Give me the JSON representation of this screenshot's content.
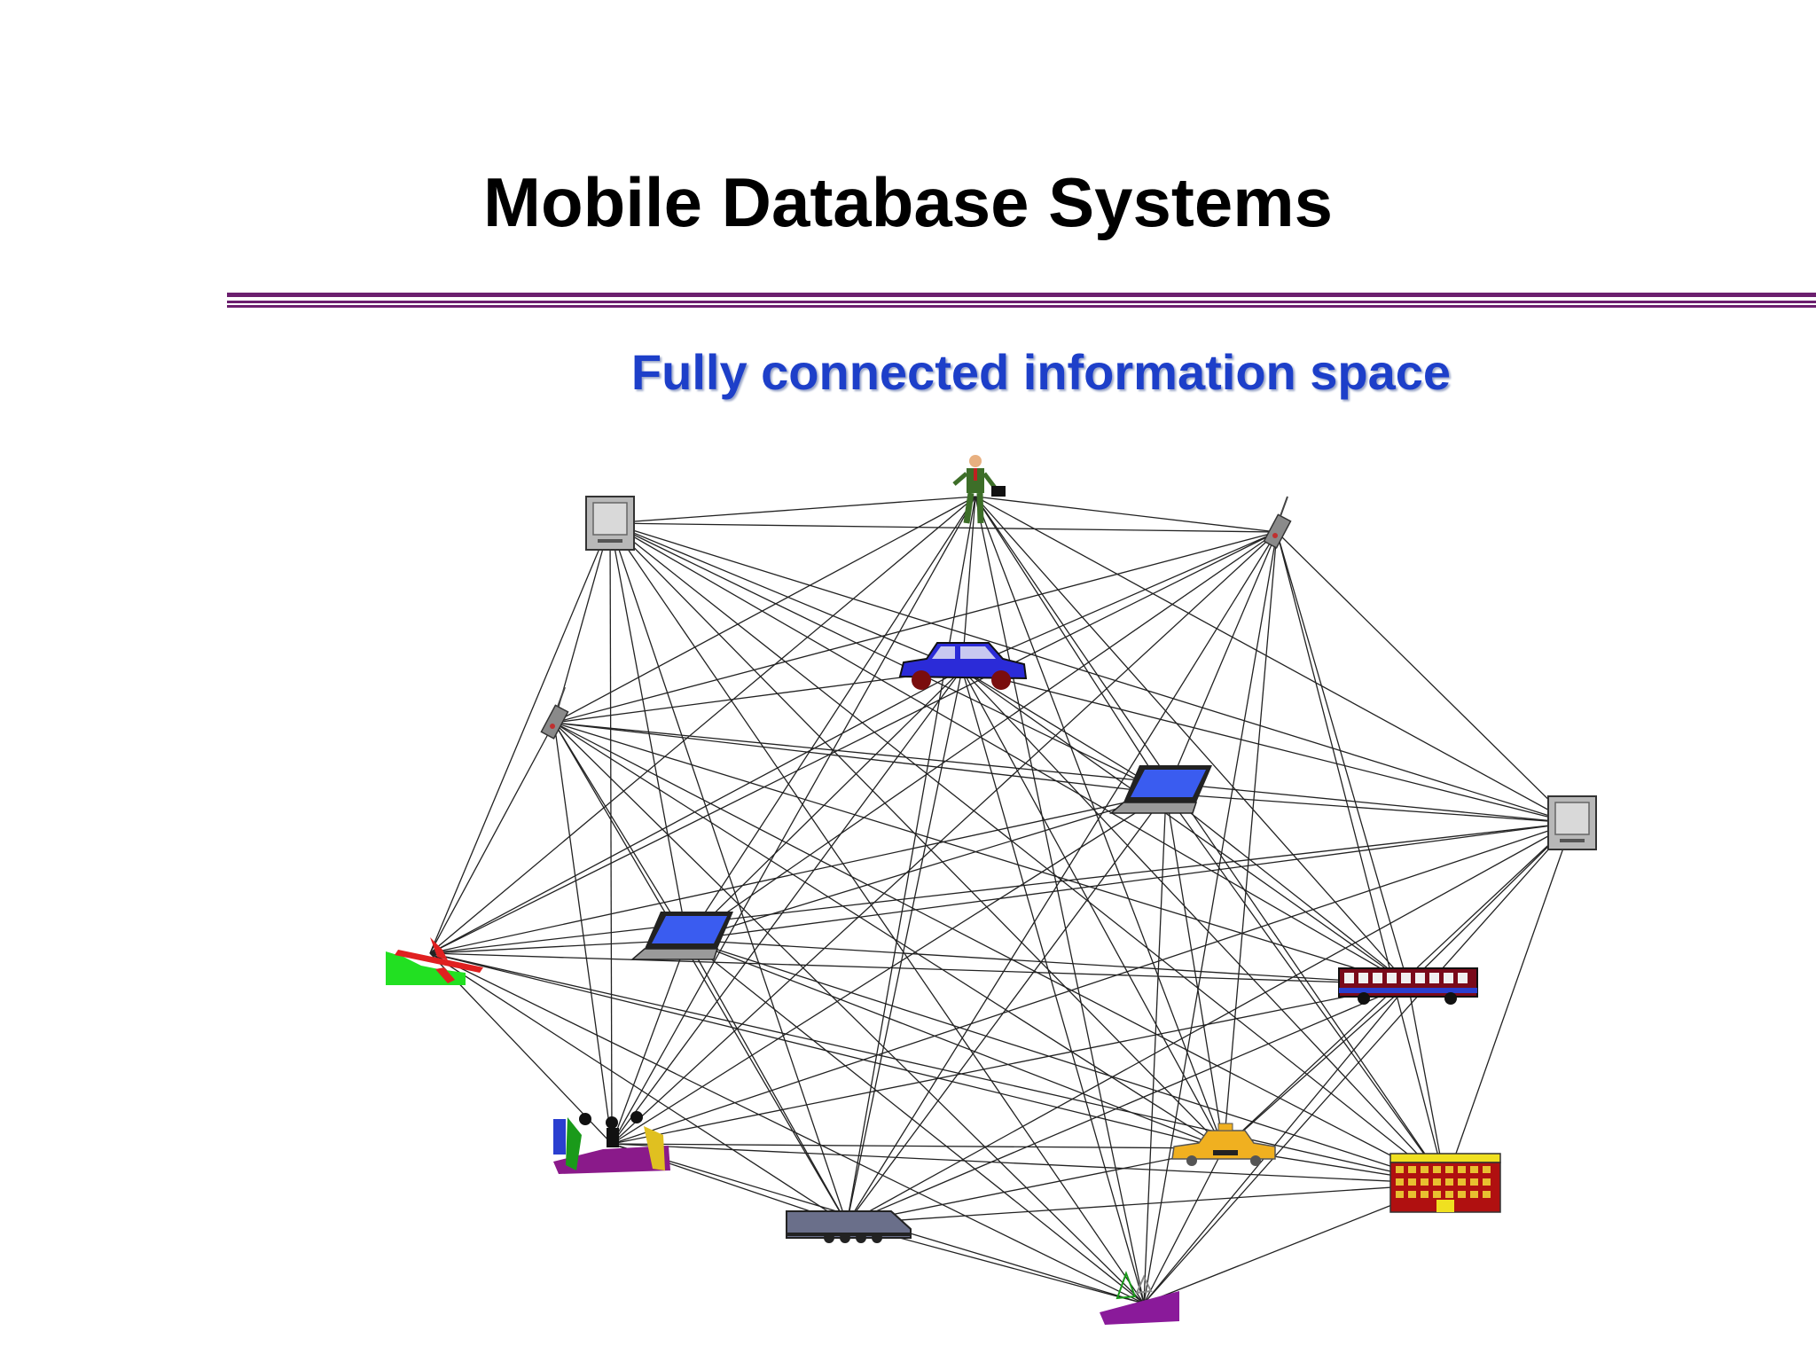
{
  "slide": {
    "title": "Mobile Database Systems",
    "subtitle": "Fully connected information space"
  },
  "colors": {
    "title": "#000000",
    "subtitle": "#1d3fc9",
    "rule": "#6b1f6e",
    "edges": "#222222"
  },
  "network": {
    "nodes": [
      {
        "id": "businessman",
        "icon": "businessman-icon"
      },
      {
        "id": "monitor-left",
        "icon": "monitor-icon"
      },
      {
        "id": "cellphone-right",
        "icon": "cellphone-icon"
      },
      {
        "id": "car",
        "icon": "car-icon"
      },
      {
        "id": "cellphone-left",
        "icon": "cellphone-icon"
      },
      {
        "id": "laptop-right",
        "icon": "laptop-icon"
      },
      {
        "id": "monitor-right",
        "icon": "monitor-icon"
      },
      {
        "id": "airplane",
        "icon": "airplane-icon"
      },
      {
        "id": "laptop-left",
        "icon": "laptop-icon"
      },
      {
        "id": "bus",
        "icon": "bus-icon"
      },
      {
        "id": "meeting-group",
        "icon": "meeting-group-icon"
      },
      {
        "id": "taxi",
        "icon": "taxi-icon"
      },
      {
        "id": "building",
        "icon": "building-icon"
      },
      {
        "id": "train",
        "icon": "train-icon"
      },
      {
        "id": "ship",
        "icon": "ship-icon"
      }
    ],
    "connection": "fully-connected"
  }
}
